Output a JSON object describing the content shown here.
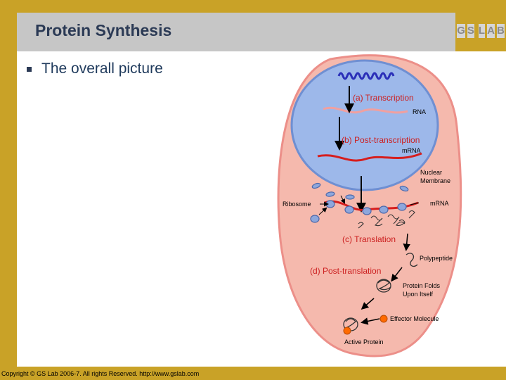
{
  "slide": {
    "title": "Protein Synthesis",
    "bullet": "The overall picture",
    "footer": "Copyright © GS Lab 2006-7. All rights Reserved. http://www.gslab.com",
    "logo_letters": [
      "G",
      "S",
      "L",
      "A",
      "B"
    ]
  },
  "diagram": {
    "steps": {
      "transcription": "(a) Transcription",
      "post_transcription": "(b) Post-transcription",
      "translation": "(c) Translation",
      "post_translation": "(d) Post-translation"
    },
    "labels": {
      "rna": "RNA",
      "mrna_nucleus": "mRNA",
      "nuclear_membrane_1": "Nuclear",
      "nuclear_membrane_2": "Membrane",
      "ribosome": "Ribosome",
      "mrna_cytoplasm": "mRNA",
      "polypeptide": "Polypeptide",
      "protein_folds_1": "Protein Folds",
      "protein_folds_2": "Upon Itself",
      "effector_molecule": "Effector Molecule",
      "active_protein": "Active Protein"
    },
    "colors": {
      "cell": "#f5b9ad",
      "nucleus": "#9db8ea",
      "label_red": "#cc1f1f",
      "ribosome": "#8ea7dc",
      "effector": "#ff6a00"
    }
  }
}
